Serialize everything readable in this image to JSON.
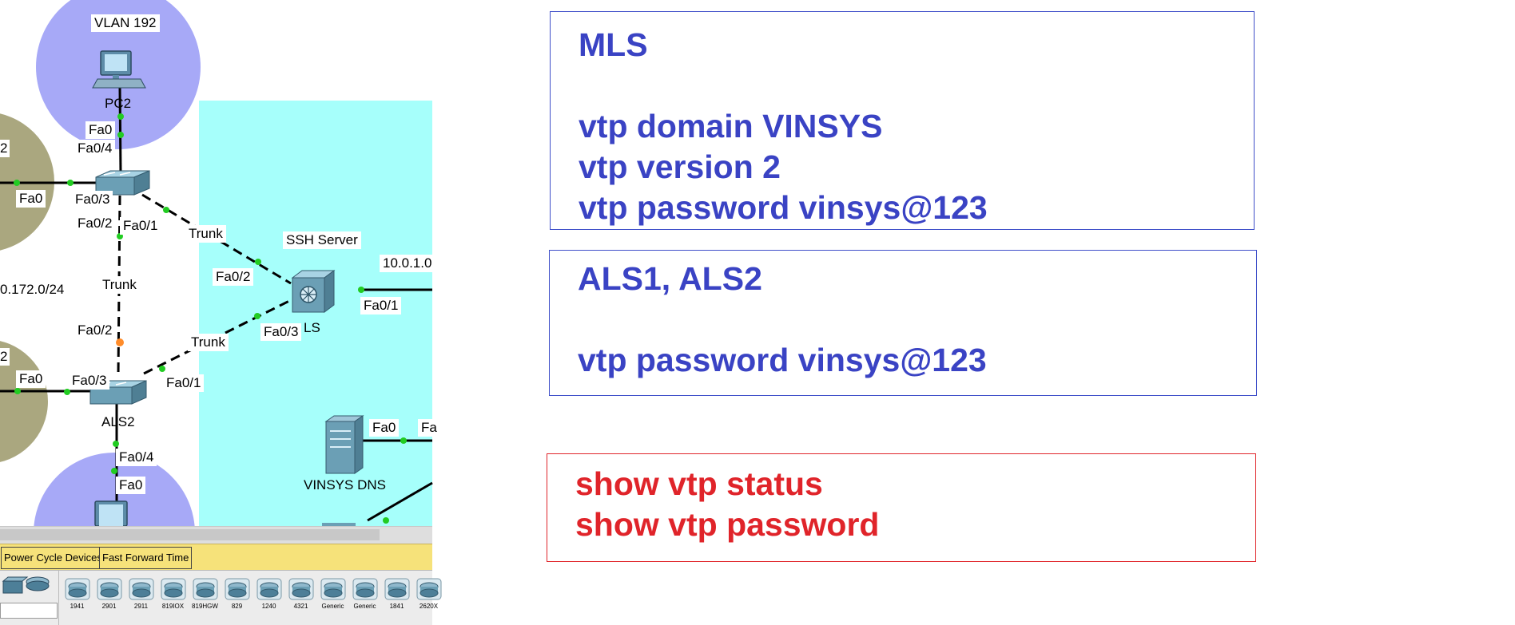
{
  "topology": {
    "vlan_label": "VLAN 192",
    "pc2_label": "PC2",
    "left_cut_label_1": "2",
    "left_cut_label_2": "2",
    "subnet_label": "0.172.0/24",
    "ssh_server_label": "SSH Server",
    "ls_label": "LS",
    "als2_label": "ALS2",
    "dns_label": "VINSYS DNS",
    "ip_label": "10.0.1.0",
    "ports": {
      "pc2_fa0": "Fa0",
      "als1_fa0_4": "Fa0/4",
      "als1_fa0_3": "Fa0/3",
      "als1_fa0_2": "Fa0/2",
      "als1_fa0_1": "Fa0/1",
      "left_fa0_top": "Fa0",
      "left_fa0_bottom": "Fa0",
      "trunk_vertical": "Trunk",
      "trunk_top": "Trunk",
      "trunk_bottom": "Trunk",
      "ls_fa0_2": "Fa0/2",
      "ls_fa0_3": "Fa0/3",
      "ls_fa0_1": "Fa0/1",
      "als2_fa0_2": "Fa0/2",
      "als2_fa0_3": "Fa0/3",
      "als2_fa0_1": "Fa0/1",
      "als2_fa0_4": "Fa0/4",
      "pc_bottom_fa0": "Fa0",
      "dns_fa0": "Fa0",
      "dns_fa_cut": "Fa"
    },
    "colors": {
      "vlan_circle": "#a7a9f7",
      "left_circle": "#aaa77f",
      "cyan_area": "#a6fffb",
      "link_active": "#22cc22",
      "link_warn": "#ff8c2a"
    }
  },
  "toolbar": {
    "power_cycle_label": "Power Cycle Devices",
    "fast_forward_label": "Fast Forward Time"
  },
  "device_tray": {
    "items": [
      "1941",
      "2901",
      "2911",
      "819IOX",
      "819HGW",
      "829",
      "1240",
      "4321",
      "Generic",
      "Generic",
      "1841",
      "2620X"
    ]
  },
  "notes": {
    "mls_box": {
      "lines": [
        "MLS",
        "",
        "vtp domain VINSYS",
        "vtp version 2",
        "vtp password vinsys@123"
      ]
    },
    "als_box": {
      "lines": [
        "ALS1, ALS2",
        "",
        "vtp password vinsys@123"
      ]
    },
    "show_box": {
      "lines": [
        "show vtp status",
        "show vtp password"
      ]
    },
    "colors": {
      "blue_text": "#3a43c4",
      "red_text": "#e0242a"
    }
  }
}
